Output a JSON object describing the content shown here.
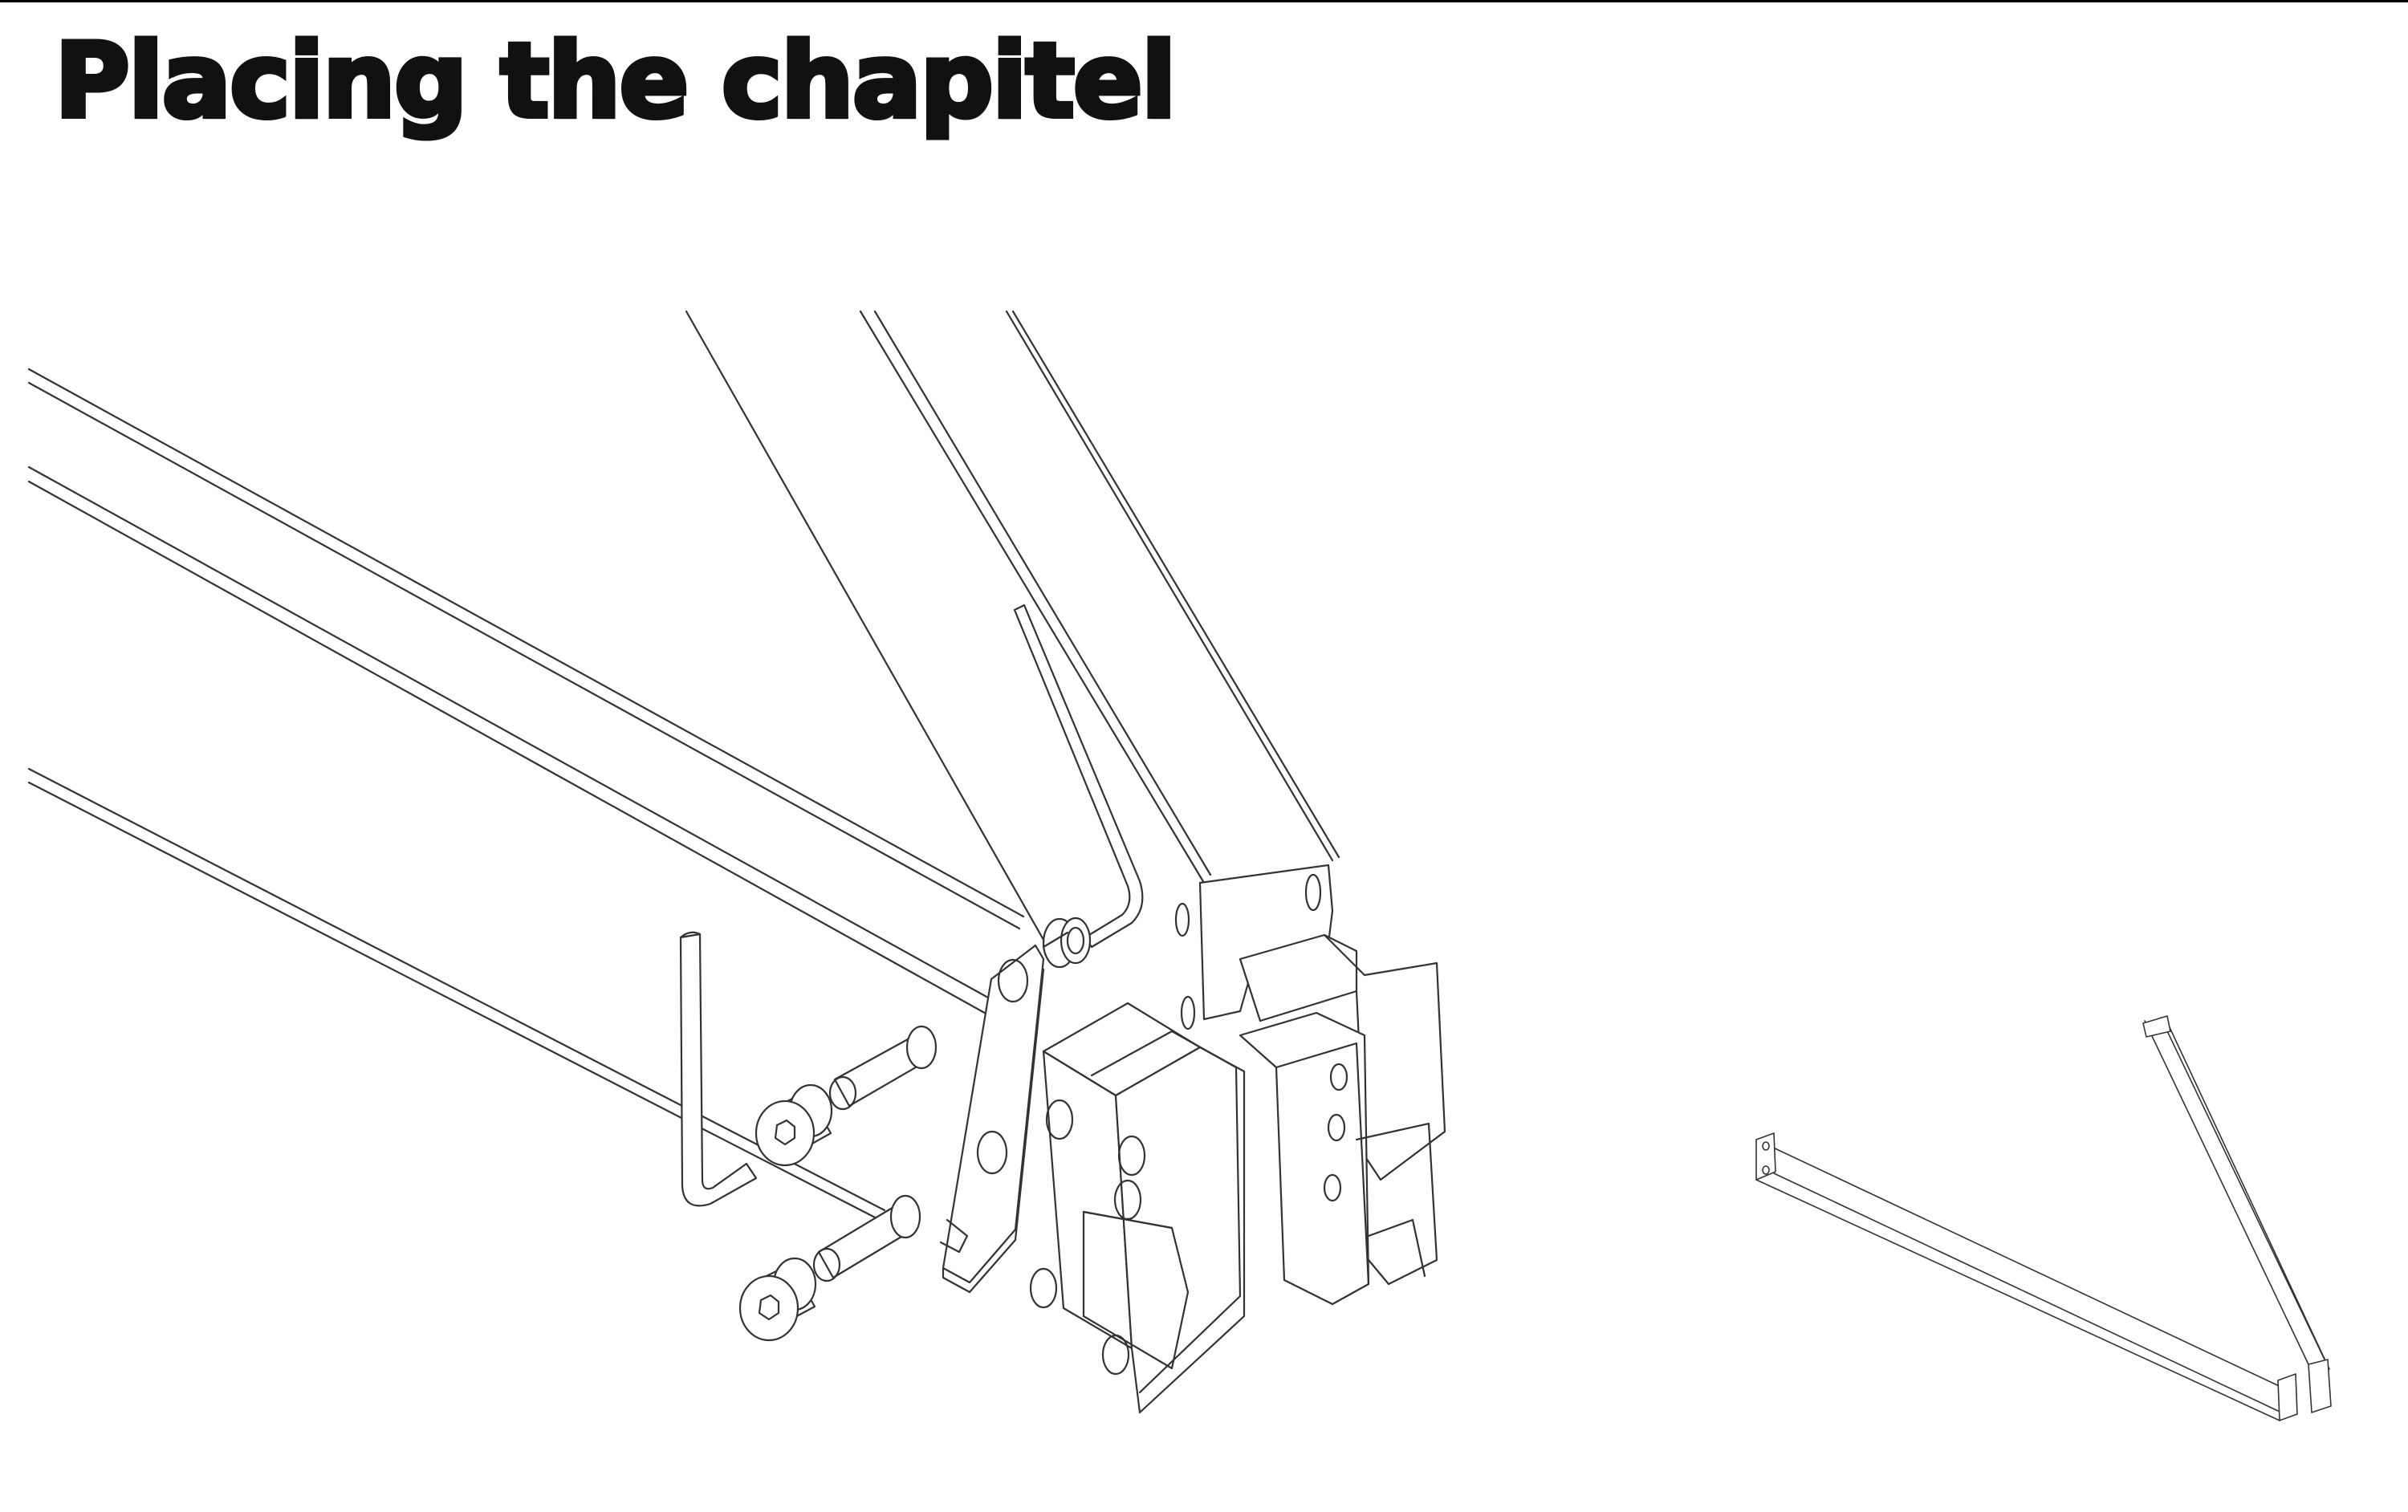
{
  "page": {
    "title": "Placing the chapitel"
  },
  "illustration": {
    "detail_view": "exploded view of beam ends with hex socket screws, allen keys and connector blocks",
    "overview_view": "two beams joined at an angle by the chapitel"
  },
  "colors": {
    "line": "#333333",
    "title": "#111111",
    "background": "#ffffff"
  }
}
